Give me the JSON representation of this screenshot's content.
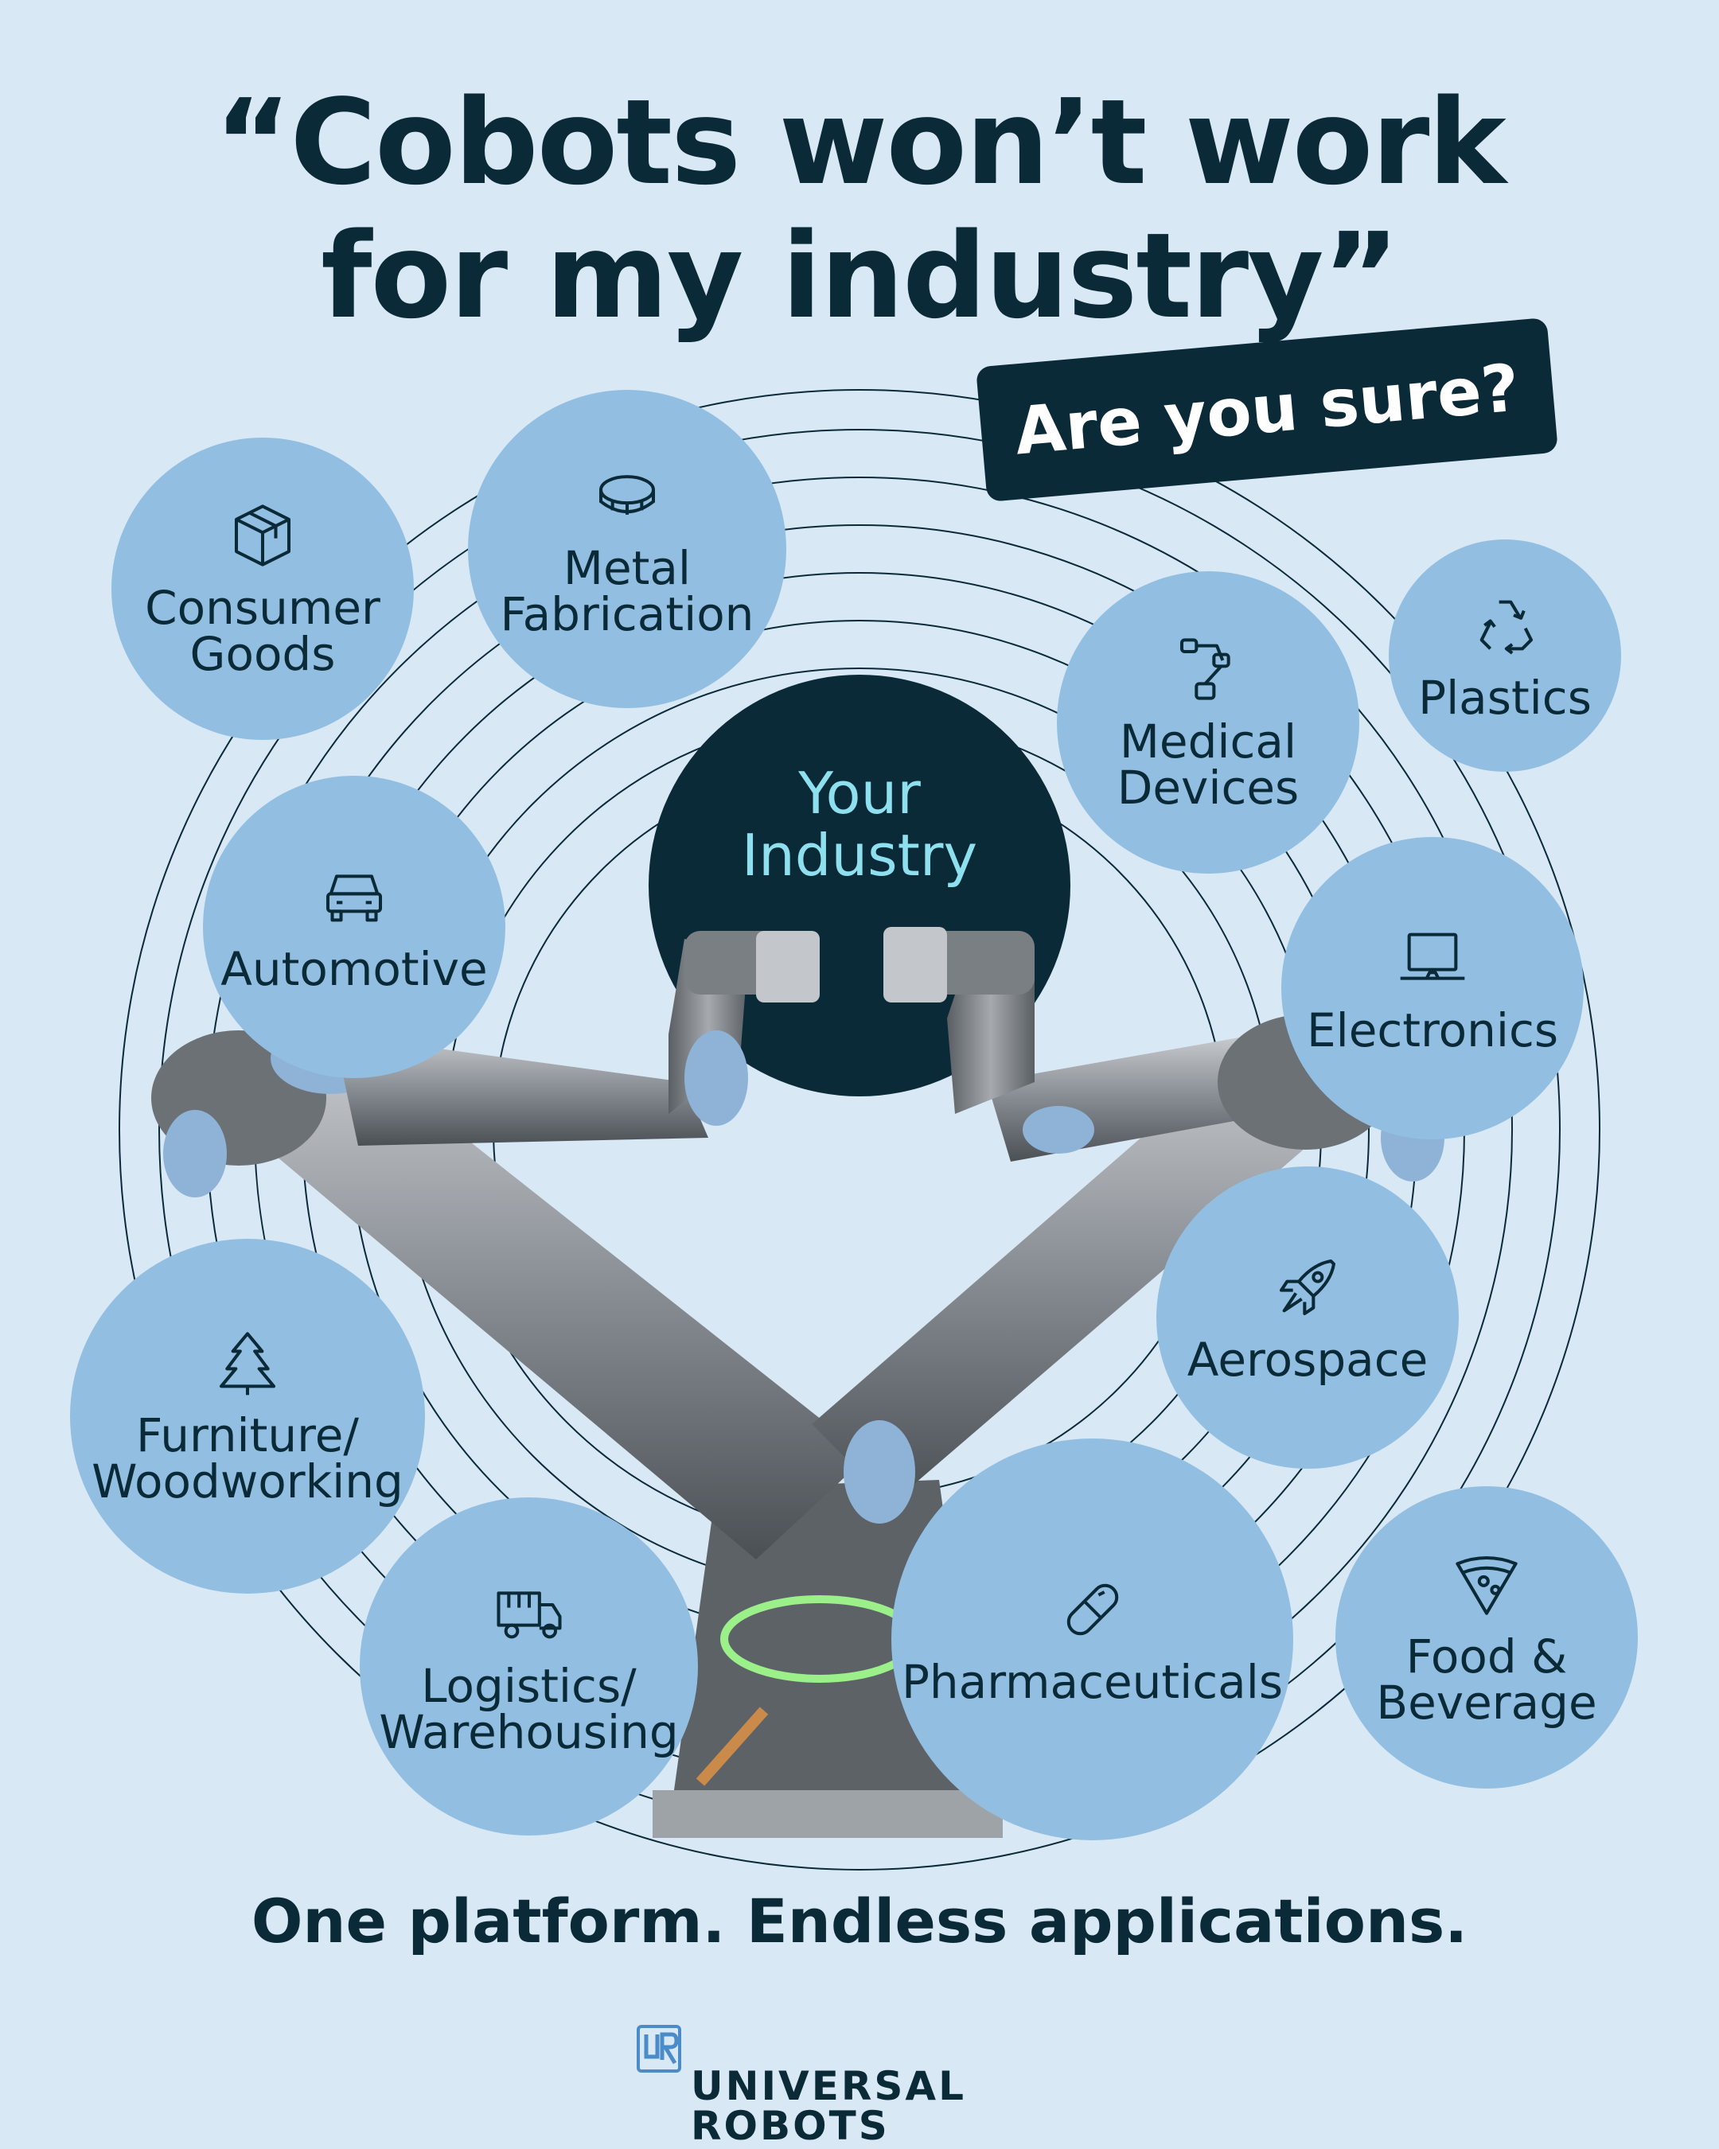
{
  "headline": {
    "line1": "“Cobots won’t work",
    "line2": "for my industry”"
  },
  "badge": "Are you sure?",
  "center": {
    "line1": "Your",
    "line2": "Industry"
  },
  "industries": {
    "consumer_goods": {
      "line1": "Consumer",
      "line2": "Goods",
      "icon": "box-icon"
    },
    "metal_fabrication": {
      "line1": "Metal",
      "line2": "Fabrication",
      "icon": "metal-disc-icon"
    },
    "medical_devices": {
      "line1": "Medical",
      "line2": "Devices",
      "icon": "robot-arm-icon"
    },
    "plastics": {
      "line1": "Plastics",
      "icon": "recycle-icon"
    },
    "automotive": {
      "line1": "Automotive",
      "icon": "car-icon"
    },
    "electronics": {
      "line1": "Electronics",
      "icon": "laptop-icon"
    },
    "aerospace": {
      "line1": "Aerospace",
      "icon": "rocket-icon"
    },
    "furniture": {
      "line1": "Furniture/",
      "line2": "Woodworking",
      "icon": "tree-icon"
    },
    "logistics": {
      "line1": "Logistics/",
      "line2": "Warehousing",
      "icon": "truck-icon"
    },
    "pharmaceuticals": {
      "line1": "Pharmaceuticals",
      "icon": "pill-icon"
    },
    "food": {
      "line1": "Food &",
      "line2": "Beverage",
      "icon": "pizza-icon"
    }
  },
  "tagline": "One platform. Endless applications.",
  "brand": "UNIVERSAL ROBOTS",
  "colors": {
    "background": "#d9e8f5",
    "bubble": "#92bfe1",
    "dark": "#0b2a38",
    "center_text": "#8ee0ef"
  }
}
